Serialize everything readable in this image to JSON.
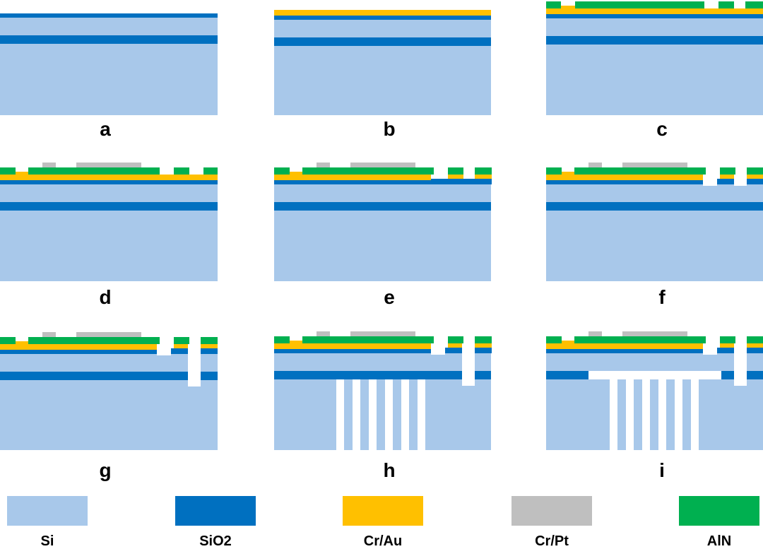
{
  "colors": {
    "si": "#a8c8ea",
    "sio2": "#0070c0",
    "crau": "#ffc000",
    "crpt": "#bfbfbf",
    "aln": "#00b050",
    "void": "#ffffff"
  },
  "panels": [
    {
      "label": "a"
    },
    {
      "label": "b"
    },
    {
      "label": "c"
    },
    {
      "label": "d"
    },
    {
      "label": "e"
    },
    {
      "label": "f"
    },
    {
      "label": "g"
    },
    {
      "label": "h"
    },
    {
      "label": "i"
    }
  ],
  "legend": [
    {
      "label": "Si",
      "color_key": "si"
    },
    {
      "label": "SiO2",
      "color_key": "sio2"
    },
    {
      "label": "Cr/Au",
      "color_key": "crau"
    },
    {
      "label": "Cr/Pt",
      "color_key": "crpt"
    },
    {
      "label": "AlN",
      "color_key": "aln"
    }
  ]
}
